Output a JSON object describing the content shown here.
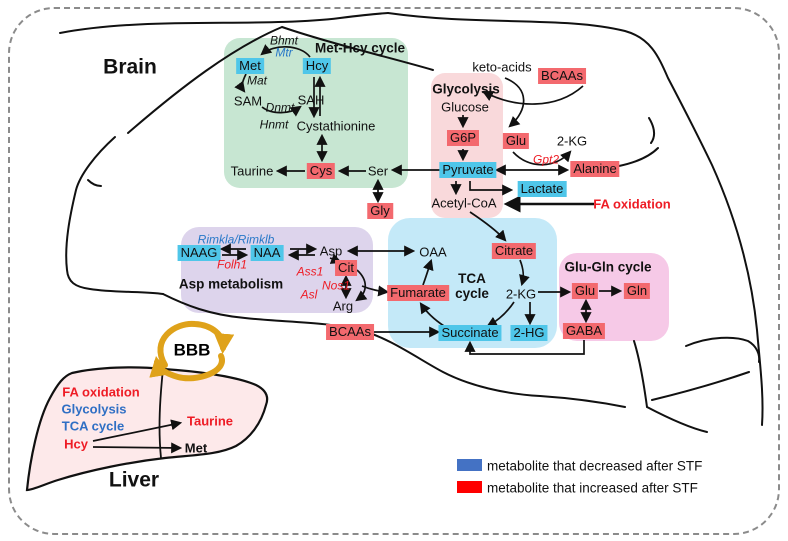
{
  "regions": {
    "brain": "Brain",
    "liver": "Liver",
    "bbb": "BBB"
  },
  "met_hcy_cycle": {
    "title": "Met-Hcy cycle",
    "bhmt": "Bhmt",
    "mtr": "Mtr",
    "mat": "Mat",
    "dnmt": "Dnmt",
    "hnmt": "Hnmt",
    "met": "Met",
    "hcy": "Hcy",
    "sam": "SAM",
    "sah": "SAH",
    "cystathionine": "Cystathionine",
    "taurine": "Taurine",
    "cys": "Cys",
    "ser": "Ser",
    "gly": "Gly"
  },
  "glycolysis": {
    "title": "Glycolysis",
    "glucose": "Glucose",
    "g6p": "G6P",
    "pyruvate": "Pyruvate",
    "acetyl_coa": "Acetyl-CoA",
    "lactate": "Lactate",
    "keto_acids": "keto-acids",
    "bcaas": "BCAAs",
    "glu": "Glu",
    "two_kg": "2-KG",
    "gpt2": "Gpt2",
    "alanine": "Alanine",
    "fa_oxidation": "FA oxidation"
  },
  "tca_cycle": {
    "title": "TCA cycle",
    "oaa": "OAA",
    "citrate": "Citrate",
    "two_kg": "2-KG",
    "two_hg": "2-HG",
    "succinate": "Succinate",
    "fumarate": "Fumarate",
    "bcaas": "BCAAs"
  },
  "glu_gln_cycle": {
    "title": "Glu-Gln cycle",
    "glu": "Glu",
    "gln": "Gln",
    "gaba": "GABA"
  },
  "asp_metabolism": {
    "title": "Asp metabolism",
    "naag": "NAAG",
    "naa": "NAA",
    "asp": "Asp",
    "cit": "Cit",
    "arg": "Arg",
    "rimkla_rimklb": "Rimkla/Rimklb",
    "folh1": "Folh1",
    "ass1": "Ass1",
    "nos1": "Nos1",
    "asl": "Asl"
  },
  "liver_panel": {
    "fa_oxidation": "FA oxidation",
    "glycolysis": "Glycolysis",
    "tca_cycle": "TCA cycle",
    "hcy": "Hcy",
    "taurine": "Taurine",
    "met": "Met"
  },
  "legend": {
    "decreased_label": "metabolite that decreased after STF",
    "increased_label": "metabolite that increased after STF"
  },
  "colors": {
    "decreased_box": "#4fc6e9",
    "increased_box": "#f3696e",
    "legend_decreased": "#4472c4",
    "legend_increased": "#fe0000",
    "met_hcy_bg": "#c7e6d2",
    "glycolysis_bg": "#f9d9db",
    "tca_bg": "#c4e9f8",
    "asp_bg": "#ddd4ec",
    "glu_gln_bg": "#f6c9e7",
    "liver_fill": "#fde9ea",
    "bbb_arrow": "#dfa21a",
    "gene_increased_text": "#ee1c25",
    "gene_decreased_text": "#2878c8"
  }
}
